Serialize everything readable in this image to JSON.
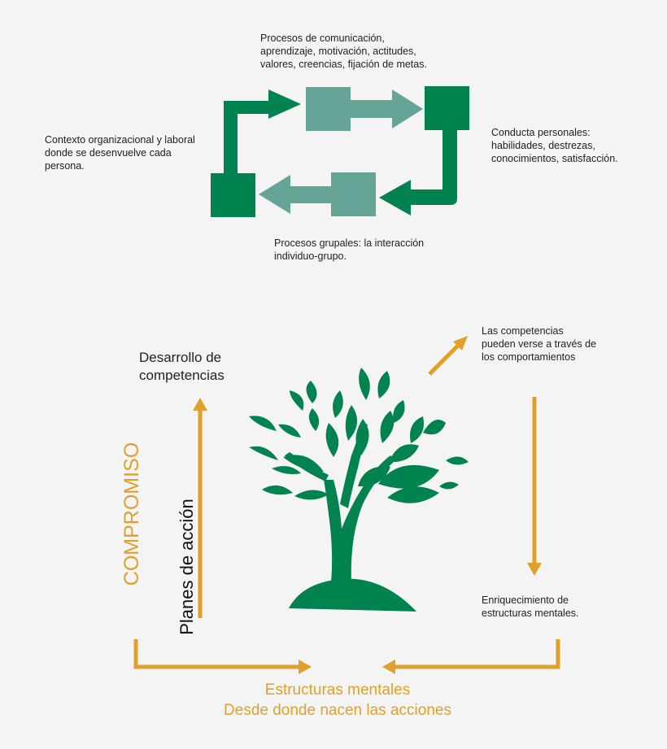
{
  "colors": {
    "background": "#f4f4f4",
    "dark_green": "#00834f",
    "light_green": "#65a497",
    "gold": "#e0a02a",
    "text": "#222222"
  },
  "cycle_diagram": {
    "labels": {
      "top": [
        "Procesos de comunicación,",
        "aprendizaje, motivación, actitudes,",
        "valores, creencias, fijación de metas."
      ],
      "left": [
        "Contexto organizacional y laboral",
        "donde se desenvuelve cada",
        "persona."
      ],
      "right": [
        "Conducta personales:",
        "habilidades, destrezas,",
        "conocimientos, satisfacción."
      ],
      "bottom": [
        "Procesos grupales: la interacción",
        "individuo-grupo."
      ]
    }
  },
  "tree_diagram": {
    "top_left_label": [
      "Desarrollo de",
      "competencias"
    ],
    "vertical_labels": {
      "commitment": "COMPROMISO",
      "action_plans": "Planes de acción"
    },
    "top_right_label": [
      "Las competencias",
      "pueden verse a través de",
      "los comportamientos"
    ],
    "right_label": [
      "Enriquecimiento de",
      "estructuras mentales."
    ],
    "bottom_title": [
      "Estructuras mentales",
      "Desde donde nacen las acciones"
    ]
  }
}
